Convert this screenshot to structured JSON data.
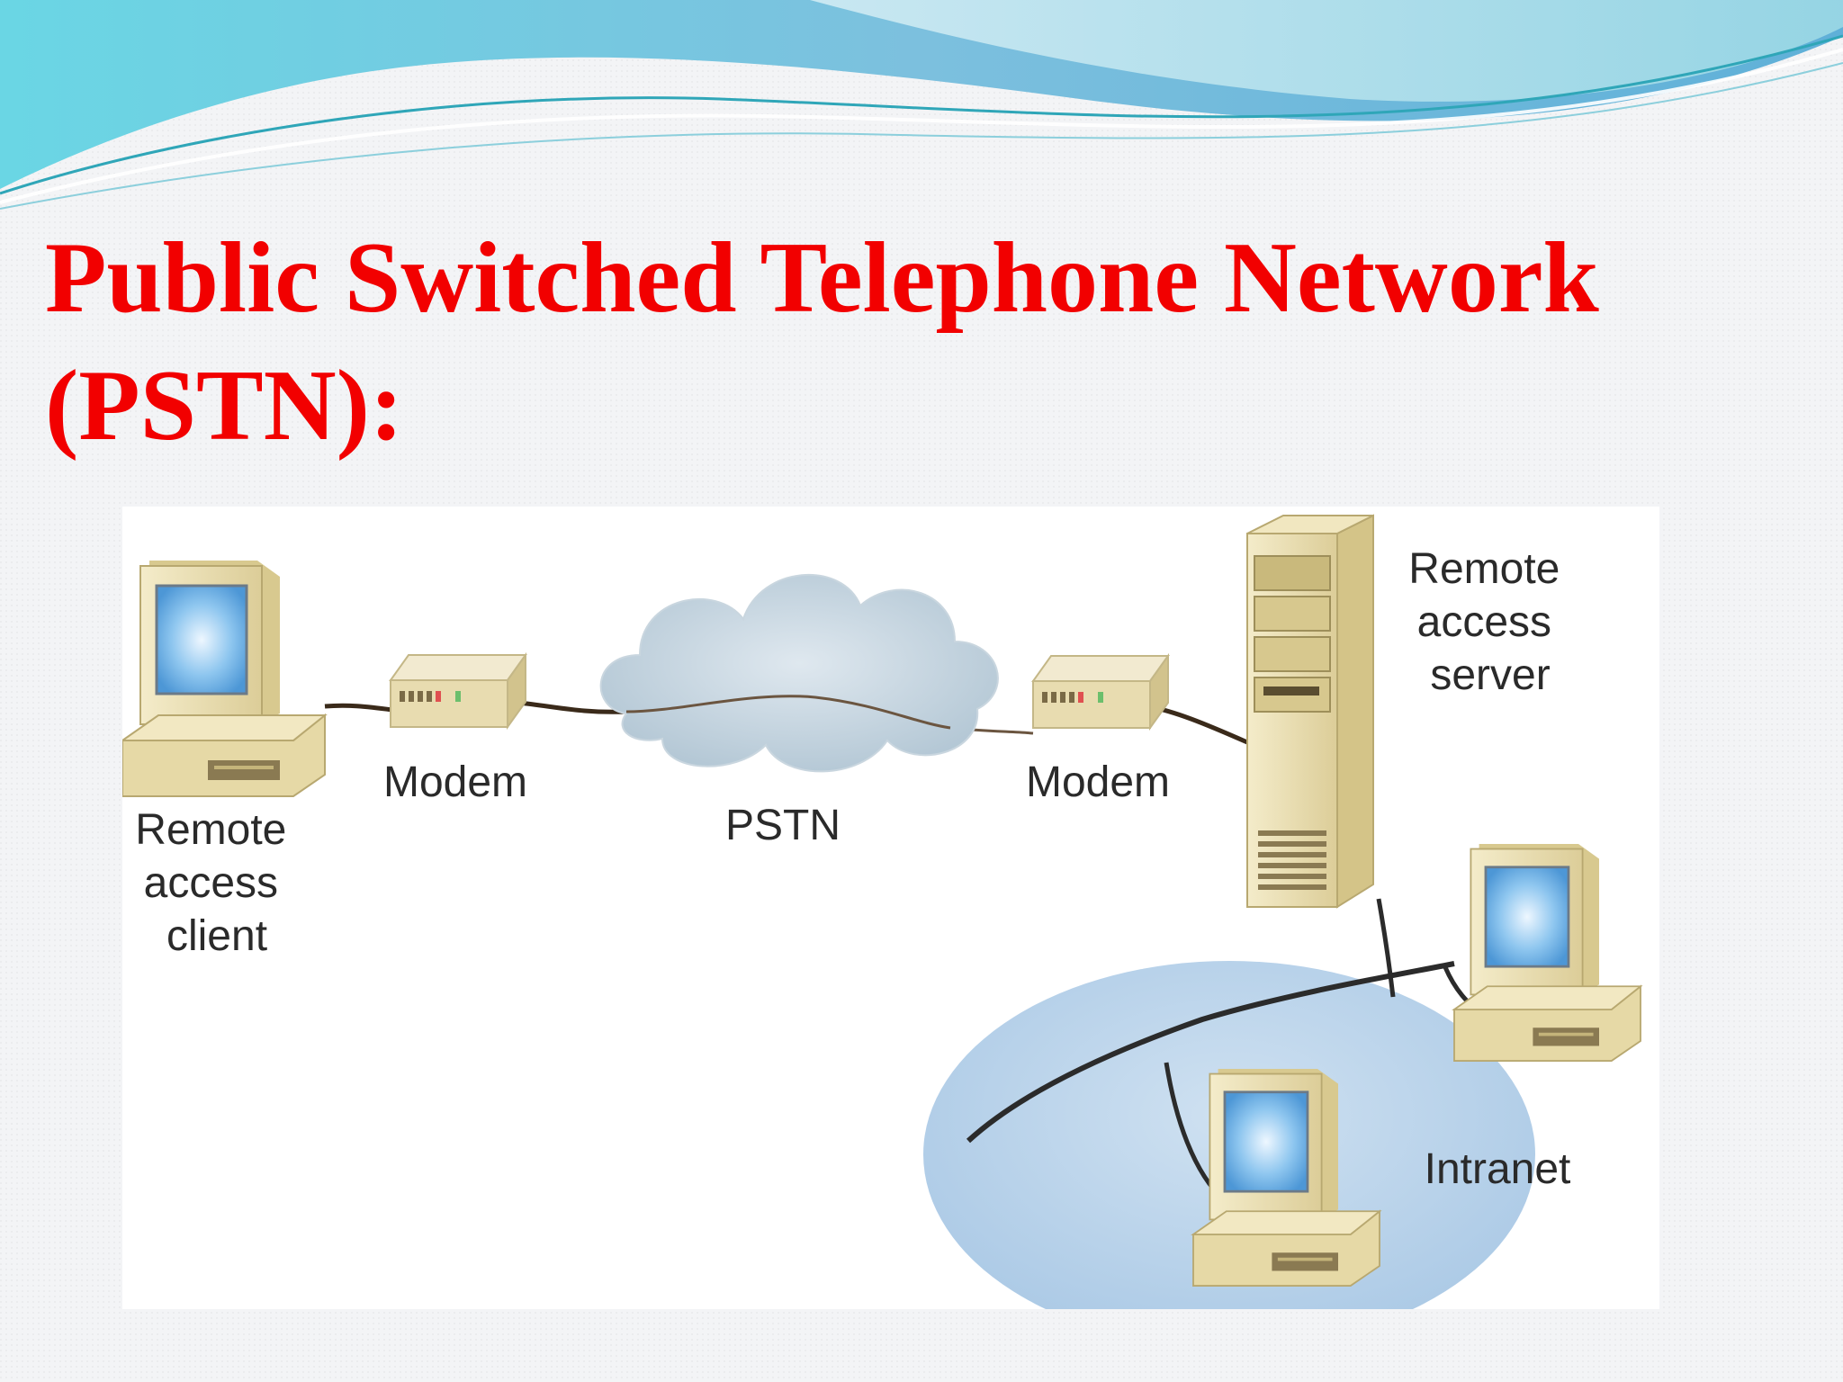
{
  "slide": {
    "title_line1": "Public Switched Telephone Network",
    "title_line2": "(PSTN):",
    "title_color": "#f20000"
  },
  "diagram": {
    "client_label": [
      "Remote",
      "access",
      "client"
    ],
    "modem_left_label": "Modem",
    "cloud_label": "PSTN",
    "modem_right_label": "Modem",
    "server_label": [
      "Remote",
      "access",
      "server"
    ],
    "intranet_label": "Intranet"
  },
  "colors": {
    "banner_teal": "#35c4d6",
    "banner_blue": "#6fb3d6",
    "device_beige": "#eadfb4",
    "screen_blue": "#5ea9e0",
    "cloud_gray": "#bfd0dc",
    "intranet_blue": "#b7d1e9",
    "cable": "#3a2a1a"
  }
}
